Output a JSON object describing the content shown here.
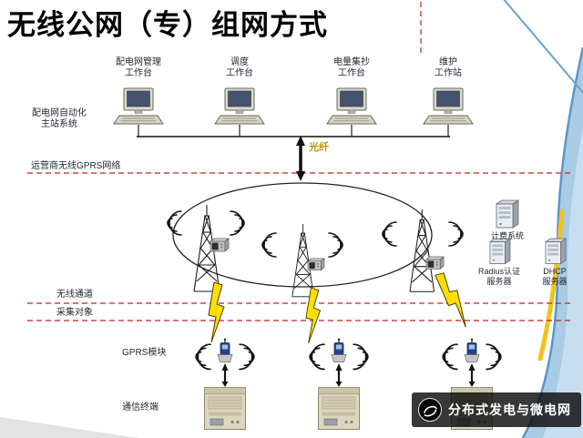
{
  "title": "无线公网（专）组网方式",
  "workstations": [
    {
      "label": "配电网管理\n工作台"
    },
    {
      "label": "调度\n工作台"
    },
    {
      "label": "电量集抄\n工作台"
    },
    {
      "label": "维护\n工作站"
    }
  ],
  "left_labels": {
    "master_system": "配电网自动化\n主站系统",
    "gprs_network": "运营商无线GPRS网络",
    "wireless_channel": "无线通道",
    "collection_target": "采集对象",
    "gprs_module": "GPRS模块",
    "comm_terminal": "通信终端"
  },
  "links": {
    "fiber": "光纤"
  },
  "servers": {
    "billing": "计费系统",
    "radius": "Radius认证\n服务器",
    "dhcp": "DHCP\n服务器"
  },
  "watermark": "分布式发电与微电网",
  "colors": {
    "divider_red": "#c42020",
    "lightning_yellow": "#ffdf00",
    "band_blue": "#a9cbe4",
    "band_yellow": "#f2c21a",
    "fiber_label": "#c79400"
  }
}
